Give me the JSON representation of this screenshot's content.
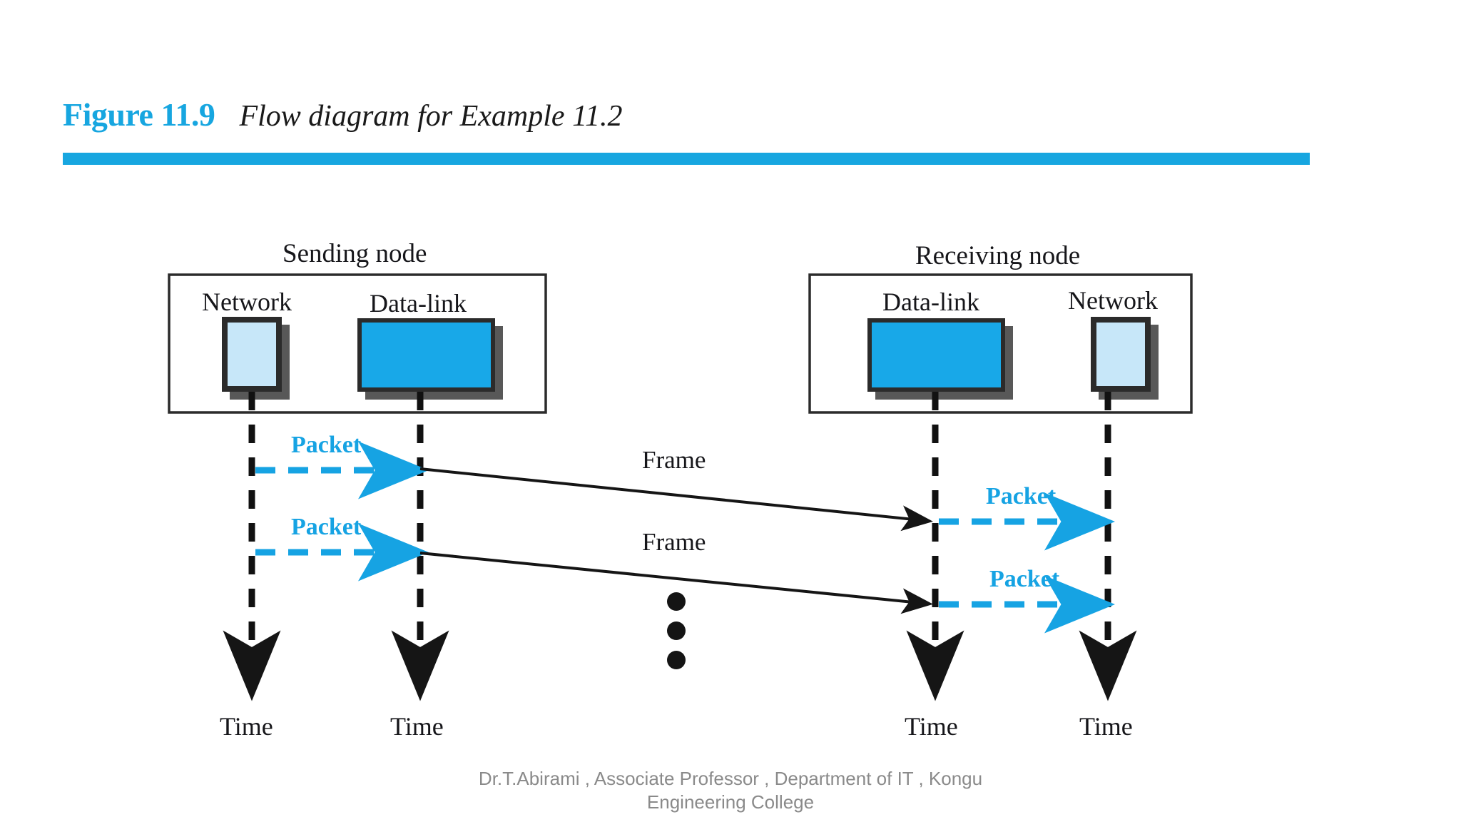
{
  "title": {
    "figure_number": "Figure 11.9",
    "caption": "Flow diagram for Example 11.2",
    "accent_color": "#17a6e0"
  },
  "diagram": {
    "sending_node": {
      "title": "Sending node",
      "layers": [
        {
          "name": "Network",
          "fill": "#c7e7f9"
        },
        {
          "name": "Data-link",
          "fill": "#18a8e8"
        }
      ],
      "time_labels": [
        "Time",
        "Time"
      ]
    },
    "receiving_node": {
      "title": "Receiving node",
      "layers": [
        {
          "name": "Data-link",
          "fill": "#18a8e8"
        },
        {
          "name": "Network",
          "fill": "#c7e7f9"
        }
      ],
      "time_labels": [
        "Time",
        "Time"
      ]
    },
    "packet_arrows": [
      {
        "label": "Packet",
        "side": "sending",
        "index": 1
      },
      {
        "label": "Packet",
        "side": "sending",
        "index": 2
      },
      {
        "label": "Packet",
        "side": "receiving",
        "index": 1
      },
      {
        "label": "Packet",
        "side": "receiving",
        "index": 2
      }
    ],
    "frame_arrows": [
      {
        "label": "Frame",
        "index": 1
      },
      {
        "label": "Frame",
        "index": 2
      }
    ],
    "continuation": "ellipsis-three-dots",
    "colors": {
      "packet": "#16a3e3",
      "frame": "#1a1a1a",
      "timeline": "#111111",
      "network_fill": "#c7e7f9",
      "datalink_fill": "#18a8e8",
      "box_border": "#2b2b2b",
      "shadow": "#585858"
    }
  },
  "footer": {
    "line1": "Dr.T.Abirami , Associate Professor , Department of IT , Kongu",
    "line2": "Engineering College"
  }
}
